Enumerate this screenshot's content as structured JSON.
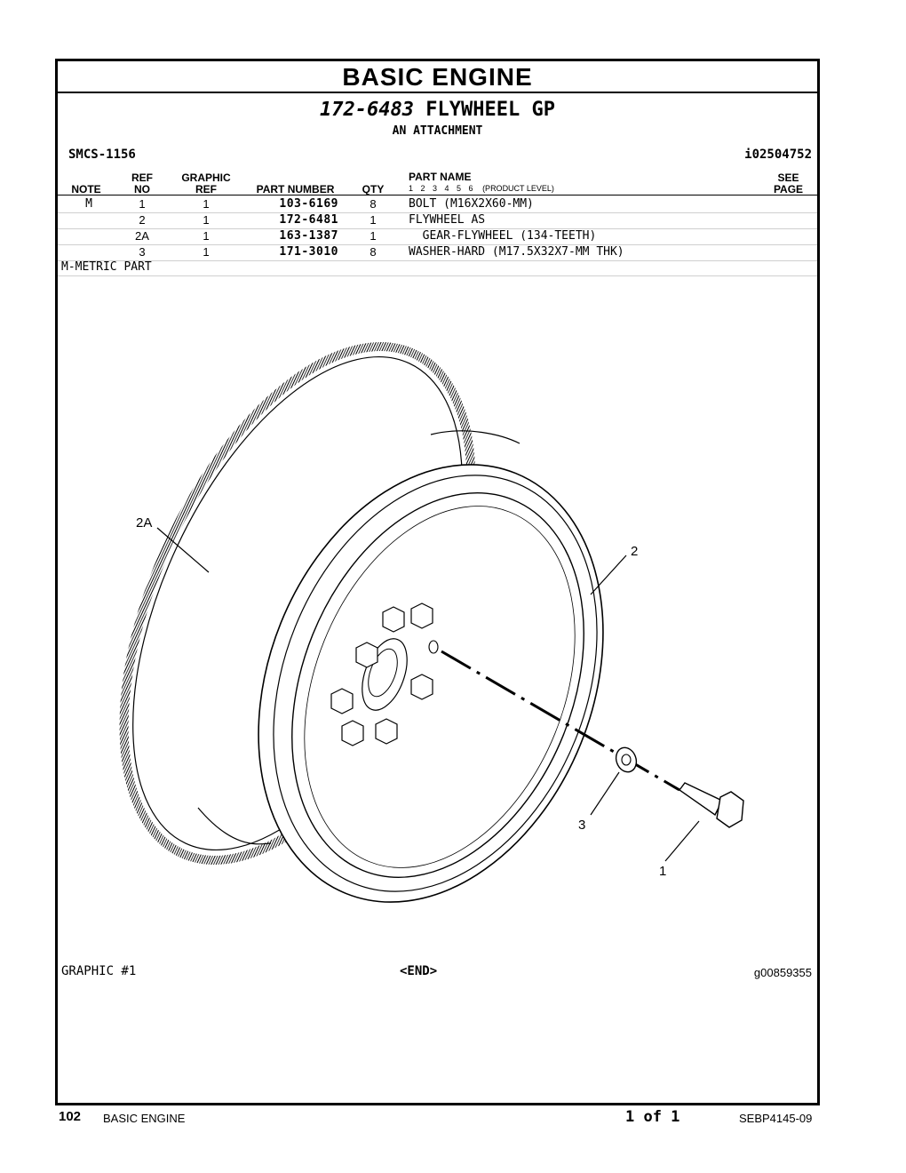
{
  "header": {
    "section_title": "BASIC ENGINE",
    "group_part_number": "172-6483",
    "group_name": "FLYWHEEL GP",
    "attachment_label": "AN ATTACHMENT",
    "smcs": "SMCS-1156",
    "illustration_id": "i02504752"
  },
  "columns": {
    "note": "NOTE",
    "ref_no_1": "REF",
    "ref_no_2": "NO",
    "graphic_ref_1": "GRAPHIC",
    "graphic_ref_2": "REF",
    "part_number": "PART NUMBER",
    "qty": "QTY",
    "part_name": "PART NAME",
    "levels": "1 2 3 4 5 6",
    "product_level": "(PRODUCT LEVEL)",
    "see_page_1": "SEE",
    "see_page_2": "PAGE"
  },
  "parts": [
    {
      "note": "M",
      "ref_no": "1",
      "graphic_ref": "1",
      "part_number": "103-6169",
      "qty": "8",
      "part_name": "BOLT (M16X2X60-MM)"
    },
    {
      "note": "",
      "ref_no": "2",
      "graphic_ref": "1",
      "part_number": "172-6481",
      "qty": "1",
      "part_name": "FLYWHEEL AS"
    },
    {
      "note": "",
      "ref_no": "2A",
      "graphic_ref": "1",
      "part_number": "163-1387",
      "qty": "1",
      "part_name": "  GEAR-FLYWHEEL (134-TEETH)"
    },
    {
      "note": "",
      "ref_no": "3",
      "graphic_ref": "1",
      "part_number": "171-3010",
      "qty": "8",
      "part_name": "WASHER-HARD (M17.5X32X7-MM THK)"
    }
  ],
  "footnote": "M-METRIC PART",
  "diagram": {
    "callouts": [
      "2A",
      "2",
      "3",
      "1"
    ]
  },
  "graphic_label": "GRAPHIC #1",
  "end_label": "<END>",
  "graphic_id": "g00859355",
  "footer": {
    "page_number": "102",
    "section": "BASIC ENGINE",
    "page_of": "1 of 1",
    "document_id": "SEBP4145-09"
  }
}
